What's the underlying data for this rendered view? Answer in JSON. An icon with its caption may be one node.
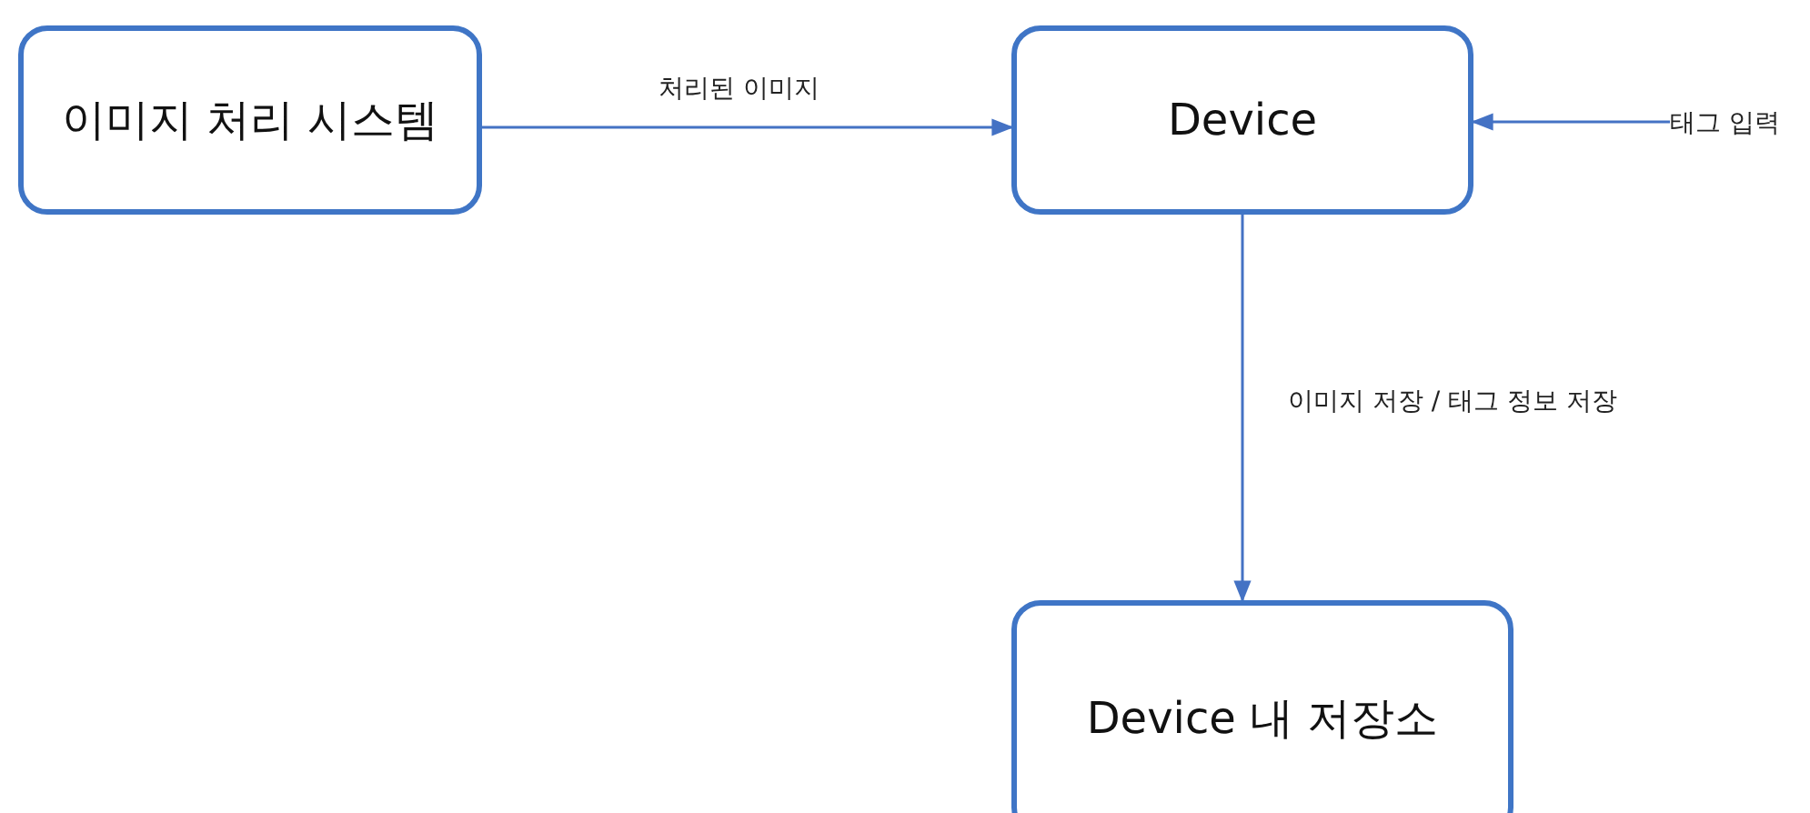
{
  "diagram": {
    "nodes": [
      {
        "text": [
          "이미지 처리 시스템"
        ]
      },
      {
        "text": [
          "Device"
        ]
      },
      {
        "text": [
          "Device 내 저장소"
        ]
      },
      {
        "text": [
          "태그 입력"
        ]
      }
    ],
    "edges": [
      {
        "from": 0,
        "to": 1,
        "arrow": "to",
        "label": "처리된 이미지"
      },
      {
        "from": 3,
        "to": 1,
        "arrow": "to"
      },
      {
        "from": 1,
        "to": 2,
        "arrow": "to",
        "label": "이미지 저장 / 태그 정보 저장"
      }
    ]
  }
}
